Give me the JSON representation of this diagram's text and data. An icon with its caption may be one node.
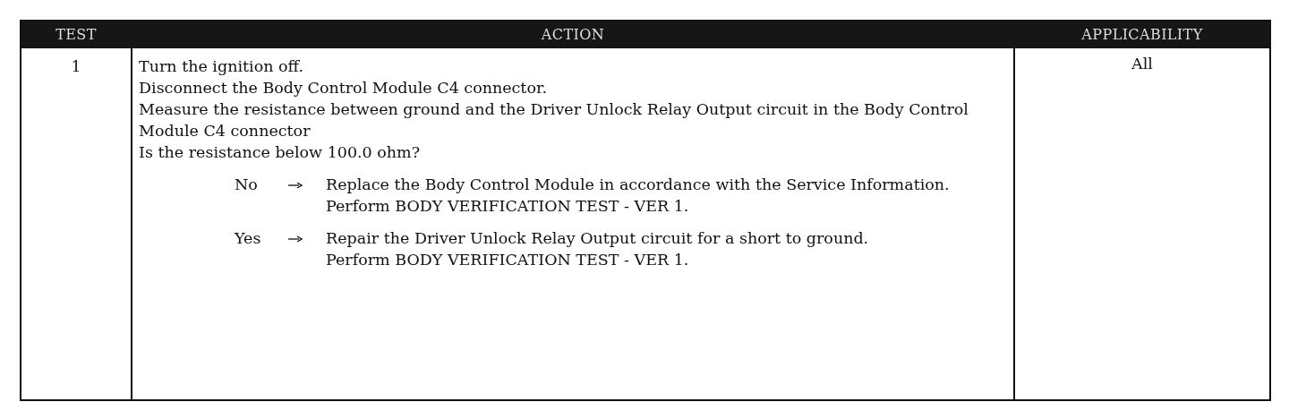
{
  "diagram": {
    "labels": [
      "TEST",
      "ACTION",
      "APPLICABILITY",
      "1",
      "Turn the ignition off.",
      "Disconnect the Body Control Module C4 connector.",
      "Measure the resistance between ground and the Driver Unlock Relay Output circuit in the Body Control Module C4 connector",
      "Is the resistance below 100.0 ohm?",
      "No",
      "Replace the Body Control Module in accordance with the Service Information.",
      "Perform BODY VERIFICATION TEST - VER 1.",
      "Yes",
      "Repair the Driver Unlock Relay Output circuit for a short to ground.",
      "Perform BODY VERIFICATION TEST - VER 1.",
      "All"
    ]
  }
}
